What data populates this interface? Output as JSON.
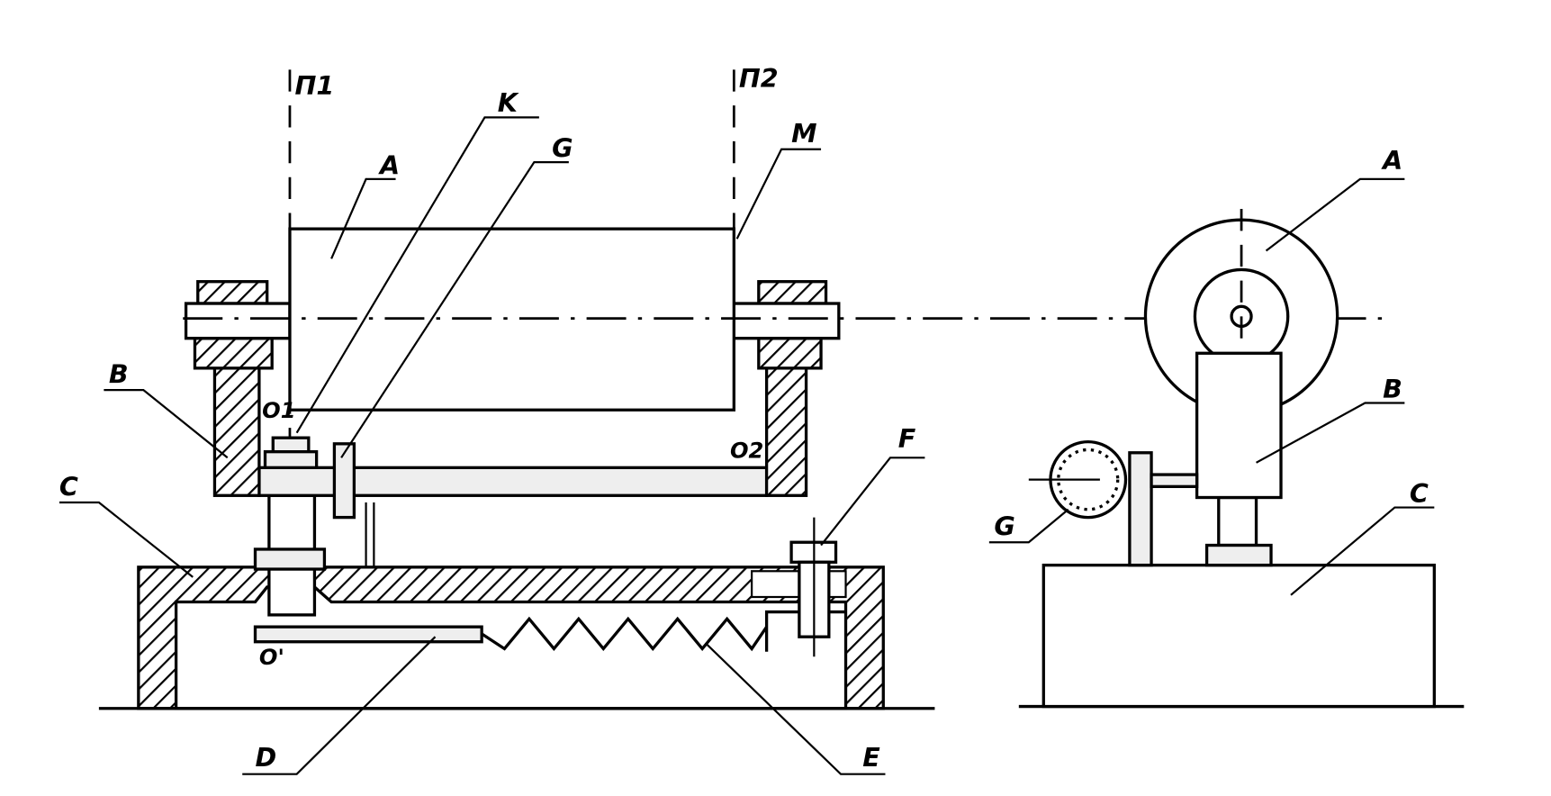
{
  "labels": {
    "pi1": "Π1",
    "pi2": "Π2",
    "k": "K",
    "g_front": "G",
    "a_front": "A",
    "m": "M",
    "b_front": "B",
    "c_front": "C",
    "o1": "O1",
    "o2": "O2",
    "f": "F",
    "d": "D",
    "e": "E",
    "o_prime": "O'",
    "a_side": "A",
    "b_side": "B",
    "c_side": "C",
    "g_side": "G"
  }
}
